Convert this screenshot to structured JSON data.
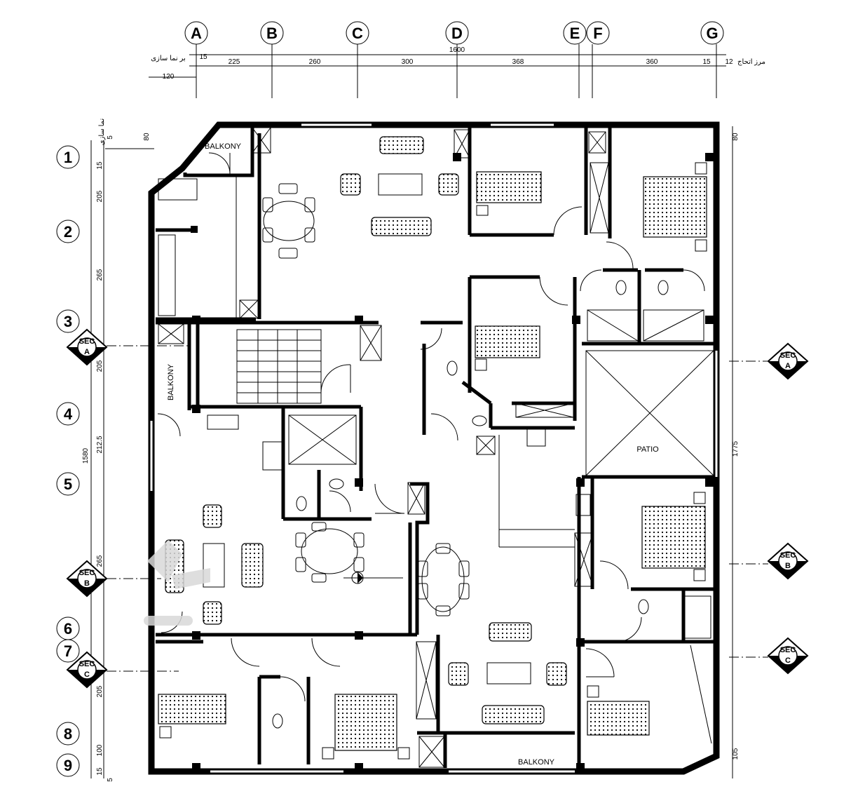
{
  "grid_columns": [
    "A",
    "B",
    "C",
    "D",
    "E",
    "F",
    "G"
  ],
  "grid_rows": [
    "1",
    "2",
    "3",
    "4",
    "5",
    "6",
    "7",
    "8",
    "9"
  ],
  "top_dimensions": {
    "overall": "1600",
    "segments": [
      "225",
      "260",
      "300",
      "368",
      "360"
    ],
    "small": [
      "15",
      "15",
      "12",
      "120"
    ],
    "left_note": "بر نما سازی",
    "right_note": "مرز اتحاج"
  },
  "side_dimensions": {
    "left_overall": "1580",
    "left_segments": [
      "80",
      "15",
      "205",
      "265",
      "205",
      "212.5",
      "265",
      "205",
      "100",
      "15"
    ],
    "left_note": "نما سازی",
    "left_small": [
      "5",
      "5"
    ],
    "right_overall": "1775",
    "right_segments": [
      "80",
      "105"
    ]
  },
  "rooms": {
    "balcony_top": "BALKONY",
    "balcony_left": "BALKONY",
    "balcony_bottom": "BALKONY",
    "patio": "PATIO"
  },
  "section_markers": [
    {
      "sec": "SEC",
      "letter": "A"
    },
    {
      "sec": "SEC",
      "letter": "B"
    },
    {
      "sec": "SEC",
      "letter": "C"
    },
    {
      "sec": "SEC",
      "letter": "A"
    },
    {
      "sec": "SEC",
      "letter": "B"
    },
    {
      "sec": "SEC",
      "letter": "C"
    }
  ]
}
